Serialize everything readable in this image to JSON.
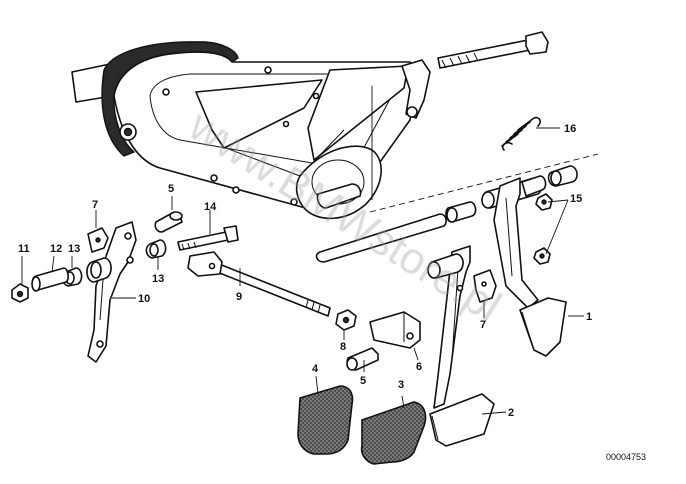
{
  "watermark": "www.BMWstore.pl",
  "reference_code": "00004753",
  "callouts": [
    "1",
    "2",
    "3",
    "4",
    "5",
    "5",
    "6",
    "7",
    "7",
    "8",
    "9",
    "10",
    "11",
    "12",
    "13",
    "13",
    "14",
    "15",
    "16"
  ],
  "colors": {
    "line": "#111111",
    "pad_texture": "#555555",
    "background": "#ffffff",
    "watermark": "#9a9a9a"
  }
}
